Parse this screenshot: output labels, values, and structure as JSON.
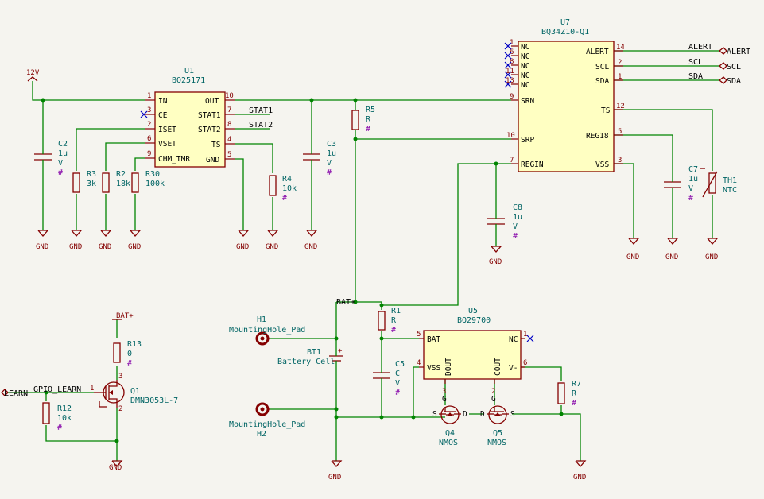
{
  "power": {
    "v12": "12V",
    "bat_plus": "BAT+",
    "gnd": "GND"
  },
  "net_labels": {
    "stat1": "STAT1",
    "stat2": "STAT2",
    "bat_plus": "BAT+",
    "gpio_learn": "GPIO_LEARN",
    "alert": "ALERT",
    "scl": "SCL",
    "sda": "SDA"
  },
  "global_labels": {
    "alert": "ALERT",
    "scl": "SCL",
    "sda": "SDA",
    "learn": "LEARN"
  },
  "u1": {
    "ref": "U1",
    "value": "BQ25171",
    "pins_left": [
      {
        "name": "IN",
        "num": "1"
      },
      {
        "name": "CE",
        "num": "3"
      },
      {
        "name": "ISET",
        "num": "2"
      },
      {
        "name": "VSET",
        "num": "6"
      },
      {
        "name": "CHM_TMR",
        "num": "9"
      }
    ],
    "pins_right": [
      {
        "name": "OUT",
        "num": "10"
      },
      {
        "name": "STAT1",
        "num": "7"
      },
      {
        "name": "STAT2",
        "num": "8"
      },
      {
        "name": "TS",
        "num": "4"
      },
      {
        "name": "GND",
        "num": "5"
      }
    ]
  },
  "u7": {
    "ref": "U7",
    "value": "BQ34Z10-Q1",
    "pins_left": [
      {
        "name": "NC",
        "num": "1"
      },
      {
        "name": "NC",
        "num": "6"
      },
      {
        "name": "NC",
        "num": "8"
      },
      {
        "name": "NC",
        "num": "11"
      },
      {
        "name": "NC",
        "num": "13"
      },
      {
        "name": "SRN",
        "num": "9"
      },
      {
        "name": "SRP",
        "num": "10"
      },
      {
        "name": "REGIN",
        "num": "7"
      }
    ],
    "pins_right": [
      {
        "name": "ALERT",
        "num": "14"
      },
      {
        "name": "SCL",
        "num": "2"
      },
      {
        "name": "SDA",
        "num": "1"
      },
      {
        "name": "TS",
        "num": "12"
      },
      {
        "name": "REG18",
        "num": "5"
      },
      {
        "name": "VSS",
        "num": "3"
      }
    ]
  },
  "u5": {
    "ref": "U5",
    "value": "BQ29700",
    "pins": [
      {
        "name": "BAT",
        "num": "5"
      },
      {
        "name": "VSS",
        "num": "4"
      },
      {
        "name": "DOUT",
        "num": "3"
      },
      {
        "name": "COUT",
        "num": "2"
      },
      {
        "name": "NC",
        "num": "1"
      },
      {
        "name": "V-",
        "num": "6"
      }
    ]
  },
  "passives": {
    "c2": {
      "ref": "C2",
      "value": "1u",
      "v": "V",
      "hash": "#"
    },
    "r3": {
      "ref": "R3",
      "value": "3k"
    },
    "r2": {
      "ref": "R2",
      "value": "18k"
    },
    "r30": {
      "ref": "R30",
      "value": "100k"
    },
    "r4": {
      "ref": "R4",
      "value": "10k",
      "hash": "#"
    },
    "c3": {
      "ref": "C3",
      "value": "1u",
      "v": "V",
      "hash": "#"
    },
    "r5": {
      "ref": "R5",
      "value": "R",
      "hash": "#"
    },
    "c8": {
      "ref": "C8",
      "value": "1u",
      "v": "V",
      "hash": "#"
    },
    "c7": {
      "ref": "C7",
      "value": "1u",
      "v": "V",
      "hash": "#"
    },
    "th1": {
      "ref": "TH1",
      "value": "NTC"
    },
    "r1": {
      "ref": "R1",
      "value": "R",
      "hash": "#"
    },
    "c5": {
      "ref": "C5",
      "value": "C",
      "v": "V",
      "hash": "#"
    },
    "r7": {
      "ref": "R7",
      "value": "R",
      "hash": "#"
    },
    "r13": {
      "ref": "R13",
      "value": "0",
      "hash": "#"
    },
    "r12": {
      "ref": "R12",
      "value": "10k",
      "hash": "#"
    },
    "bt1": {
      "ref": "BT1",
      "value": "Battery_Cell"
    },
    "h1": {
      "ref": "H1",
      "value": "MountingHole_Pad"
    },
    "h2": {
      "ref": "H2",
      "value": "MountingHole_Pad"
    }
  },
  "transistors": {
    "q1": {
      "ref": "Q1",
      "value": "DMN3053L-7",
      "pin_g": "1",
      "pin_d": "3",
      "pin_s": "2"
    },
    "q4": {
      "ref": "Q4",
      "value": "NMOS",
      "g": "G",
      "d": "D",
      "s": "S",
      "pin_g": "3"
    },
    "q5": {
      "ref": "Q5",
      "value": "NMOS",
      "g": "G",
      "d": "D",
      "s": "S",
      "pin_g": "2"
    }
  }
}
